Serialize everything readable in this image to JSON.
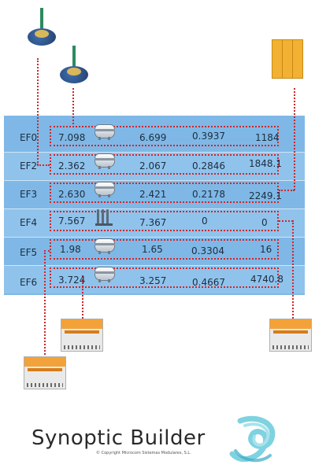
{
  "rows": [
    {
      "label": "EF0",
      "v1": "7.098",
      "v2": "6.699",
      "v3": "0.3937",
      "v4": "1184"
    },
    {
      "label": "EF2",
      "v1": "2.362",
      "v2": "2.067",
      "v3": "0.2846",
      "v4": "1848.1"
    },
    {
      "label": "EF3",
      "v1": "2.630",
      "v2": "2.421",
      "v3": "0.2178",
      "v4": "2249.1"
    },
    {
      "label": "EF4",
      "v1": "7.567",
      "v2": "7.367",
      "v3": "0",
      "v4": "0"
    },
    {
      "label": "EF5",
      "v1": "1.98",
      "v2": "1.65",
      "v3": "0.3304",
      "v4": "16"
    },
    {
      "label": "EF6",
      "v1": "3.724",
      "v2": "3.257",
      "v3": "0.4667",
      "v4": "4740.8"
    }
  ],
  "brand": {
    "name": "Synoptic Builder",
    "copyright": "© Copyright Microcom Sistemas Modulares, S.L."
  },
  "colors": {
    "panel": "#7fb8e6",
    "wire": "#d0262a",
    "device": "#f3a23a"
  }
}
